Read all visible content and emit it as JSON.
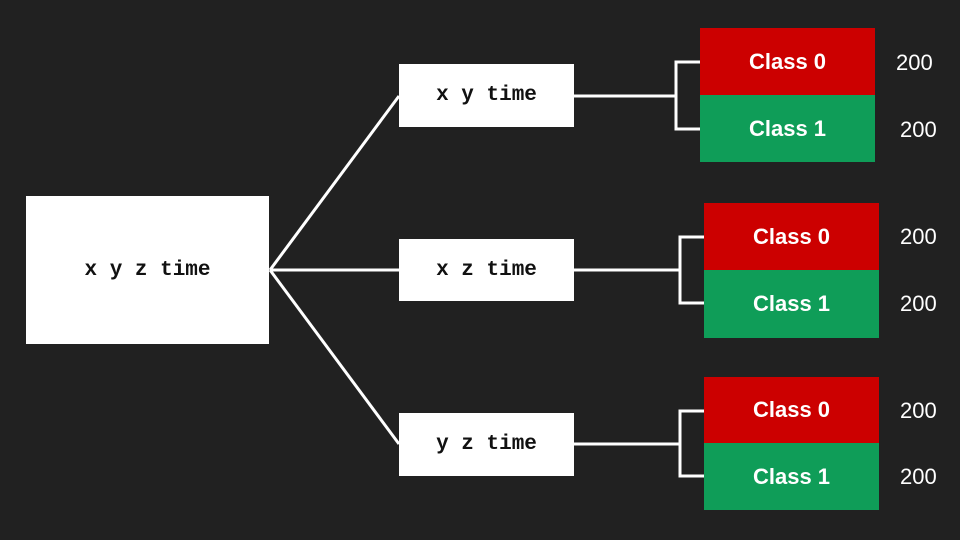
{
  "root": {
    "label": "x y z time"
  },
  "branches": [
    {
      "label": "x y time",
      "classes": [
        {
          "label": "Class 0",
          "count": "200"
        },
        {
          "label": "Class 1",
          "count": "200"
        }
      ]
    },
    {
      "label": "x z time",
      "classes": [
        {
          "label": "Class 0",
          "count": "200"
        },
        {
          "label": "Class 1",
          "count": "200"
        }
      ]
    },
    {
      "label": "y z time",
      "classes": [
        {
          "label": "Class 0",
          "count": "200"
        },
        {
          "label": "Class 1",
          "count": "200"
        }
      ]
    }
  ],
  "colors": {
    "background": "#212121",
    "class0": "#cc0000",
    "class1": "#0f9d58",
    "lines": "#ffffff",
    "box": "#ffffff"
  }
}
